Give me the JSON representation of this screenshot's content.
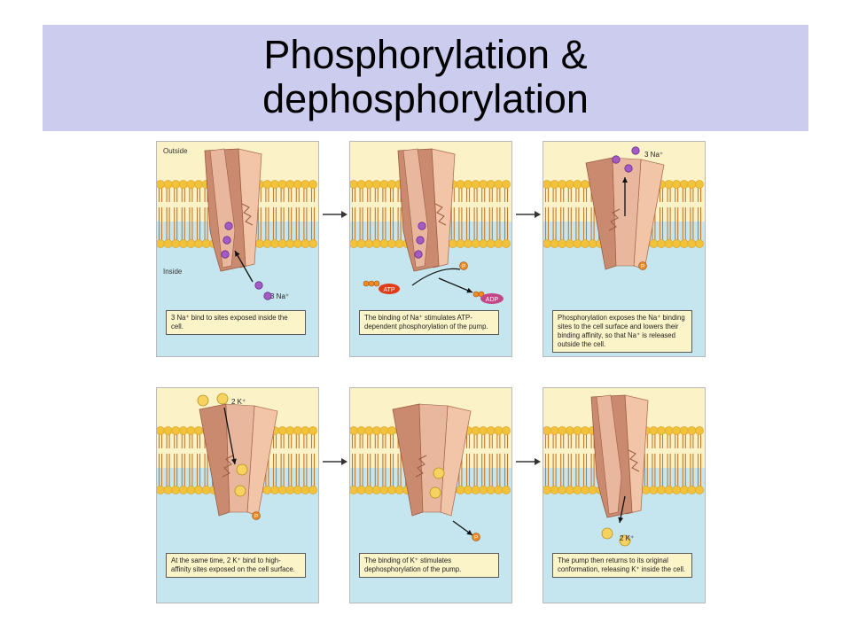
{
  "title": {
    "line1": "Phosphorylation &",
    "line2": "dephosphorylation"
  },
  "labels": {
    "outside": "Outside",
    "inside": "Inside",
    "atp": "ATP",
    "adp": "ADP",
    "phosphate": "P"
  },
  "panels": [
    {
      "id": "1",
      "ion_label": "3 Na⁺",
      "caption": "3 Na⁺ bind to sites exposed inside the cell."
    },
    {
      "id": "2",
      "ion_label": "",
      "caption": "The binding of Na⁺ stimulates ATP-dependent phosphorylation of the pump."
    },
    {
      "id": "3",
      "ion_label": "3 Na⁺",
      "caption": "Phosphorylation exposes the Na⁺ binding sites to the cell surface and lowers their binding affinity, so that Na⁺ is released outside the cell."
    },
    {
      "id": "4",
      "ion_label": "2 K⁺",
      "caption": "At the same time, 2 K⁺ bind to high-affinity sites exposed on the cell surface."
    },
    {
      "id": "5",
      "ion_label": "",
      "caption": "The binding of K⁺ stimulates dephosphorylation of the pump."
    },
    {
      "id": "6",
      "ion_label": "2 K⁺",
      "caption": "The pump then returns to its original conformation, releasing K⁺ inside the cell."
    }
  ],
  "colors": {
    "outside": "#fbf2c8",
    "inside": "#c5e6ef",
    "lipid_head": "#f2c33a",
    "lipid_tail": "#c77a2a",
    "pump_dark": "#c98a70",
    "pump_light": "#f3c5a8",
    "pump_mid": "#e8b79d",
    "sodium": "#a45bc6",
    "potassium": "#f7d25e",
    "phosphate": "#f08a23",
    "atp": "#e23b1a",
    "adp": "#c44687"
  }
}
